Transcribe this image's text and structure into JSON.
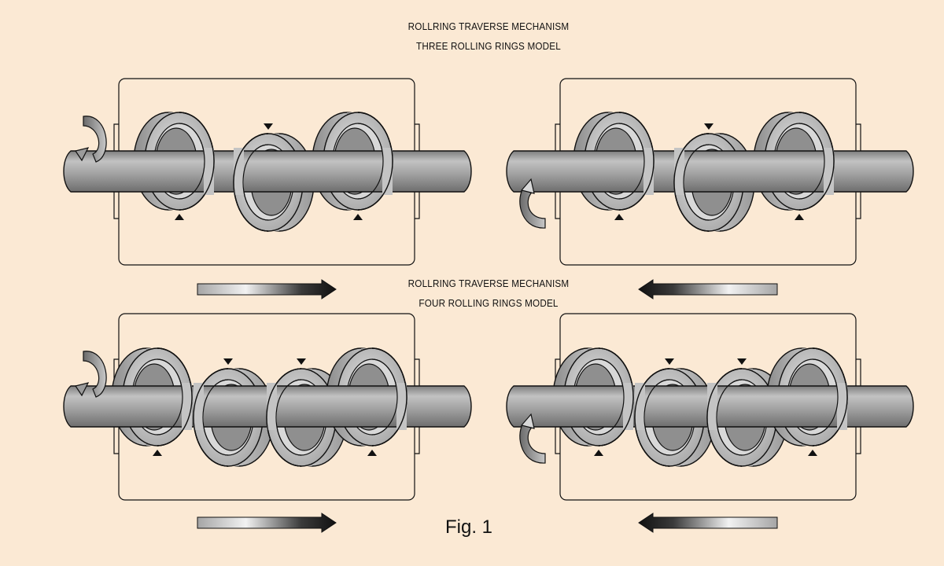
{
  "titles": {
    "three_rings_line1": "ROLLRING TRAVERSE MECHANISM",
    "three_rings_line2": "THREE ROLLING RINGS MODEL",
    "four_rings_line1": "ROLLRING TRAVERSE MECHANISM",
    "four_rings_line2": "FOUR ROLLING RINGS MODEL"
  },
  "figure_label": "Fig. 1",
  "panels": [
    {
      "id": "three-rings-right",
      "rings": 3,
      "shaft_rotation": "down-left",
      "traverse": "right"
    },
    {
      "id": "three-rings-left",
      "rings": 3,
      "shaft_rotation": "up-left",
      "traverse": "left"
    },
    {
      "id": "four-rings-right",
      "rings": 4,
      "shaft_rotation": "down-left",
      "traverse": "right"
    },
    {
      "id": "four-rings-left",
      "rings": 4,
      "shaft_rotation": "up-left",
      "traverse": "left"
    }
  ],
  "colors": {
    "background": "#fbe9d4",
    "outline": "#111111",
    "ring_body": "#a9a9a9",
    "ring_face": "#c9c9c9",
    "shaft": "#a7a7a7",
    "arrow_tip": "#111111"
  }
}
